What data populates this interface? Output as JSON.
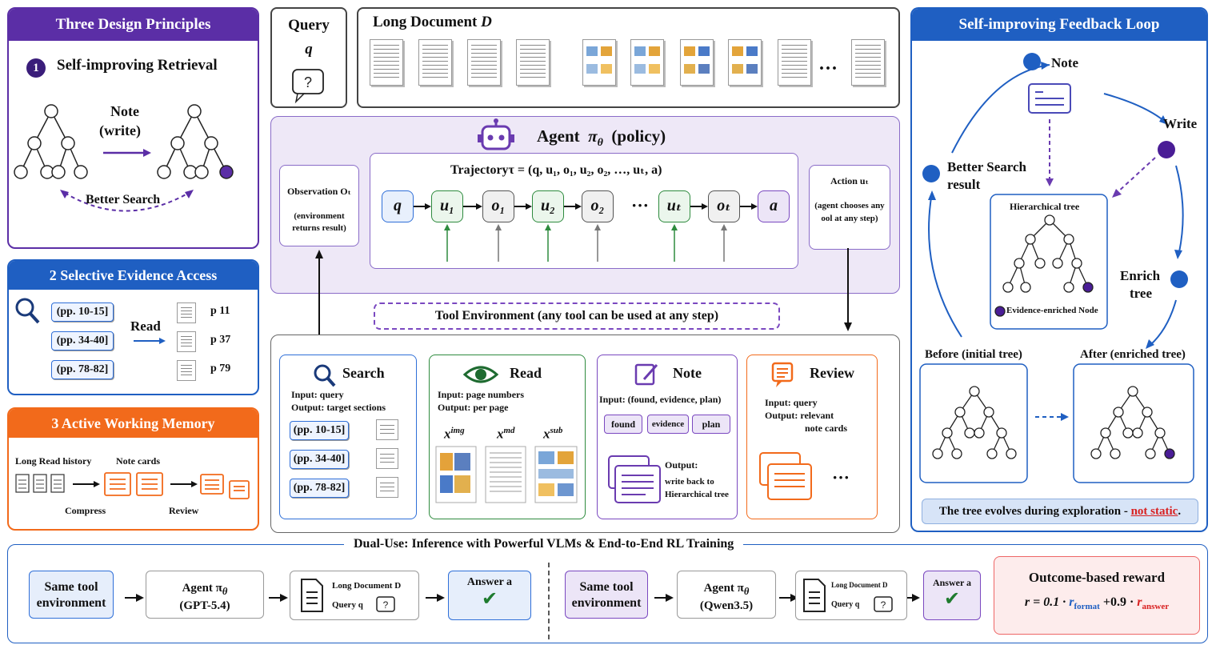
{
  "colors": {
    "purple": "#5b2ea6",
    "blue": "#1f5fc2",
    "orange": "#f26a1b",
    "green": "#2e8b3e",
    "red": "#d82020"
  },
  "principles": {
    "p1_header": "Three Design Principles",
    "p1_num": "1",
    "p1_title": "Self-improving Retrieval",
    "note_write": "Note\n(write)",
    "note_label": "Note",
    "write_label": "(write)",
    "better_search": "Better Search",
    "p2_header": "2   Selective Evidence Access",
    "read_label": "Read",
    "ranges": [
      "(pp. 10-15]",
      "(pp. 34-40]",
      "(pp. 78-82]"
    ],
    "pages": [
      "p 11",
      "p 37",
      "p 79"
    ],
    "p3_header": "3   Active Working Memory",
    "long_read_history": "Long Read history",
    "note_cards": "Note cards",
    "compress": "Compress",
    "review": "Review"
  },
  "query": {
    "label": "Query",
    "symbol": "q",
    "icon": "question-bubble-icon"
  },
  "long_doc": {
    "label": "Long Document",
    "symbol": "D",
    "ellipsis": "···"
  },
  "agent": {
    "title": "Agent",
    "pi": "π",
    "theta": "θ",
    "policy": "(policy)",
    "trajectory_label": "Trajectoryτ = (q, u₁, o₁, u₂, o₂, …, uₜ, a)",
    "observation_title": "Observation Oₜ",
    "observation_desc": "(environment returns result)",
    "action_title": "Action uₜ",
    "action_desc": "(agent chooses any ool at any step)",
    "nodes": [
      {
        "text": "q",
        "kind": "blue"
      },
      {
        "text": "u₁",
        "kind": "green"
      },
      {
        "text": "o₁",
        "kind": "gray"
      },
      {
        "text": "u₂",
        "kind": "green"
      },
      {
        "text": "o₂",
        "kind": "gray"
      },
      {
        "text": "···",
        "kind": "dots"
      },
      {
        "text": "uₜ",
        "kind": "green"
      },
      {
        "text": "oₜ",
        "kind": "gray"
      },
      {
        "text": "a",
        "kind": "purple"
      }
    ]
  },
  "tool_env": {
    "label": "Tool Environment (any tool can be used at any step)",
    "search": {
      "title": "Search",
      "input": "Input: query",
      "output": "Output: target sections",
      "ranges": [
        "(pp. 10-15]",
        "(pp. 34-40]",
        "(pp. 78-82]"
      ]
    },
    "read": {
      "title": "Read",
      "input": "Input: page numbers",
      "output": "Output: per page",
      "x_img": "x",
      "x_img_sup": "img",
      "x_md": "x",
      "x_md_sup": "md",
      "x_sub": "x",
      "x_sub_sup": "sub"
    },
    "note": {
      "title": "Note",
      "input": "Input: (found, evidence, plan)",
      "tags": [
        "found",
        "evidence",
        "plan"
      ],
      "output_title": "Output:",
      "output_desc1": "write back to",
      "output_desc2": "Hierarchical tree"
    },
    "review": {
      "title": "Review",
      "input": "Input: query",
      "output": "Output: relevant",
      "output2": "note cards",
      "ellipsis": "···"
    }
  },
  "feedback": {
    "header": "Self-improving Feedback Loop",
    "note": "Note",
    "write": "Write",
    "better_search": "Better Search",
    "result": "result",
    "enrich": "Enrich",
    "tree": "tree",
    "hier_tree": "Hierarchical tree",
    "legend": "Evidence-enriched Node",
    "before": "Before (initial tree)",
    "after": "After (enriched tree)",
    "caption_prefix": "The tree evolves during exploration - ",
    "caption_highlight": "not static",
    "caption_suffix": "."
  },
  "dual": {
    "title": "Dual-Use: Inference with Powerful VLMs & End-to-End RL Training",
    "same_tool": "Same tool environment",
    "agent_label": "Agent πθ",
    "agent_a": "Agent π",
    "model_a": "(GPT-5.4)",
    "model_b": "(Qwen3.5)",
    "long_doc": "Long Document D",
    "query": "Query q",
    "answer": "Answer a",
    "reward_title": "Outcome-based reward",
    "reward_formula_a": "r = 0.1 · ",
    "r_format": "r",
    "r_format_sub": "format",
    "reward_formula_b": " +0.9 · ",
    "r_answer": "r",
    "r_answer_sub": "answer"
  }
}
